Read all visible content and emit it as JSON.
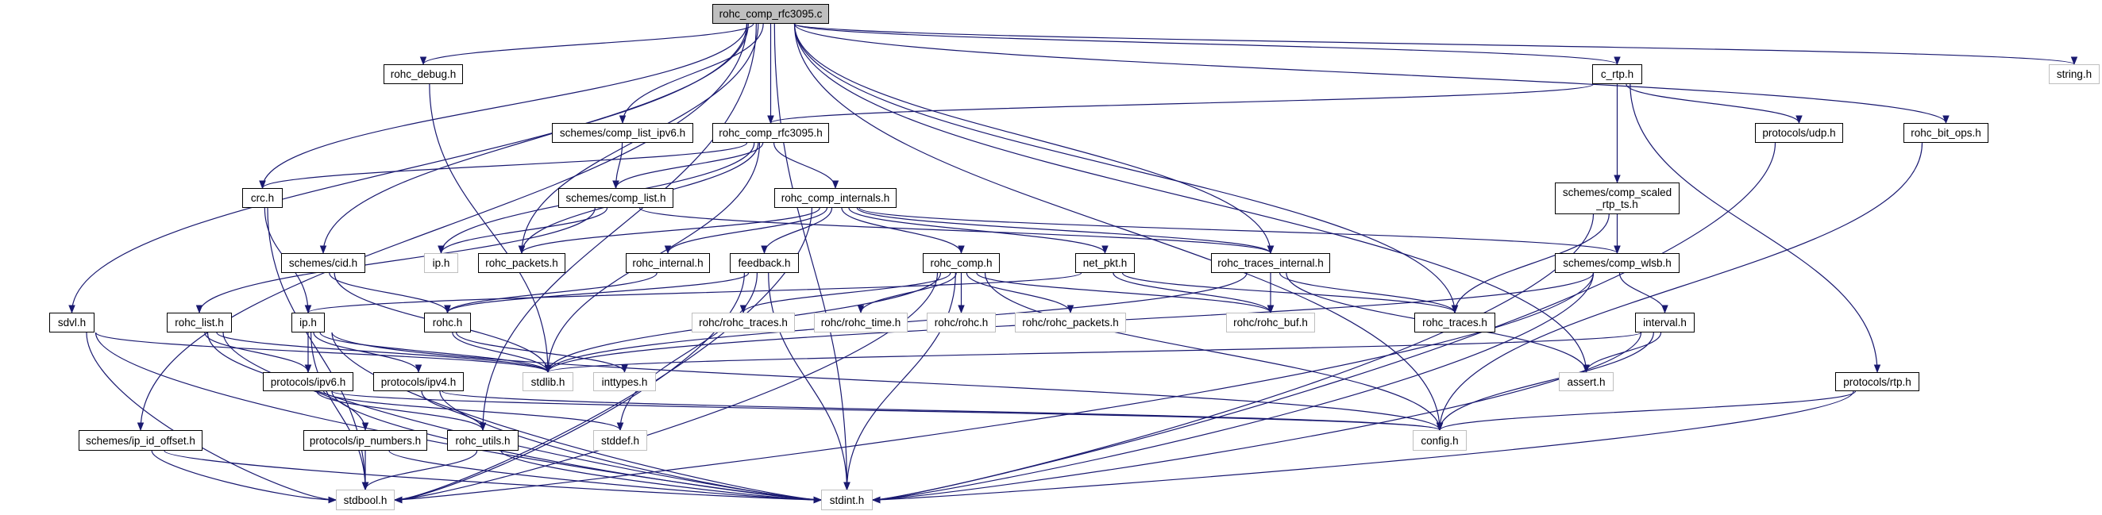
{
  "colors": {
    "edge": "#191970",
    "root_fill": "#bfbfbf",
    "external_border": "#bfbfbf",
    "node_border": "#000000"
  },
  "nodes": [
    {
      "id": "root",
      "label": "rohc_comp_rfc3095.c",
      "kind": "root"
    },
    {
      "id": "rohc_debug",
      "label": "rohc_debug.h",
      "kind": "local"
    },
    {
      "id": "c_rtp",
      "label": "c_rtp.h",
      "kind": "local"
    },
    {
      "id": "string",
      "label": "string.h",
      "kind": "external"
    },
    {
      "id": "comp_list_ipv6",
      "label": "schemes/comp_list_ipv6.h",
      "kind": "local"
    },
    {
      "id": "rfc3095_h",
      "label": "rohc_comp_rfc3095.h",
      "kind": "local"
    },
    {
      "id": "udp",
      "label": "protocols/udp.h",
      "kind": "local"
    },
    {
      "id": "bit_ops",
      "label": "rohc_bit_ops.h",
      "kind": "local"
    },
    {
      "id": "crc",
      "label": "crc.h",
      "kind": "local"
    },
    {
      "id": "comp_list",
      "label": "schemes/comp_list.h",
      "kind": "local"
    },
    {
      "id": "comp_internals",
      "label": "rohc_comp_internals.h",
      "kind": "local"
    },
    {
      "id": "scaled_rtp_ts",
      "label": "schemes/comp_scaled\n_rtp_ts.h",
      "kind": "local"
    },
    {
      "id": "cid",
      "label": "schemes/cid.h",
      "kind": "local"
    },
    {
      "id": "ip_gray",
      "label": "ip.h",
      "kind": "external"
    },
    {
      "id": "rohc_packets",
      "label": "rohc_packets.h",
      "kind": "local"
    },
    {
      "id": "rohc_internal",
      "label": "rohc_internal.h",
      "kind": "local"
    },
    {
      "id": "feedback",
      "label": "feedback.h",
      "kind": "local"
    },
    {
      "id": "rohc_comp",
      "label": "rohc_comp.h",
      "kind": "local"
    },
    {
      "id": "net_pkt",
      "label": "net_pkt.h",
      "kind": "local"
    },
    {
      "id": "traces_internal",
      "label": "rohc_traces_internal.h",
      "kind": "local"
    },
    {
      "id": "comp_wlsb",
      "label": "schemes/comp_wlsb.h",
      "kind": "local"
    },
    {
      "id": "sdvl",
      "label": "sdvl.h",
      "kind": "local"
    },
    {
      "id": "rohc_list",
      "label": "rohc_list.h",
      "kind": "local"
    },
    {
      "id": "ip",
      "label": "ip.h",
      "kind": "local"
    },
    {
      "id": "rohc_h",
      "label": "rohc.h",
      "kind": "local"
    },
    {
      "id": "r_traces",
      "label": "rohc/rohc_traces.h",
      "kind": "external"
    },
    {
      "id": "r_time",
      "label": "rohc/rohc_time.h",
      "kind": "external"
    },
    {
      "id": "r_rohc",
      "label": "rohc/rohc.h",
      "kind": "external"
    },
    {
      "id": "r_packets",
      "label": "rohc/rohc_packets.h",
      "kind": "external"
    },
    {
      "id": "r_buf",
      "label": "rohc/rohc_buf.h",
      "kind": "external"
    },
    {
      "id": "rohc_traces",
      "label": "rohc_traces.h",
      "kind": "local"
    },
    {
      "id": "interval",
      "label": "interval.h",
      "kind": "local"
    },
    {
      "id": "ipv6",
      "label": "protocols/ipv6.h",
      "kind": "local"
    },
    {
      "id": "ipv4",
      "label": "protocols/ipv4.h",
      "kind": "local"
    },
    {
      "id": "stdlib",
      "label": "stdlib.h",
      "kind": "external"
    },
    {
      "id": "inttypes",
      "label": "inttypes.h",
      "kind": "external"
    },
    {
      "id": "assert",
      "label": "assert.h",
      "kind": "external"
    },
    {
      "id": "rtp",
      "label": "protocols/rtp.h",
      "kind": "local"
    },
    {
      "id": "ip_id_offset",
      "label": "schemes/ip_id_offset.h",
      "kind": "local"
    },
    {
      "id": "ip_numbers",
      "label": "protocols/ip_numbers.h",
      "kind": "local"
    },
    {
      "id": "rohc_utils",
      "label": "rohc_utils.h",
      "kind": "local"
    },
    {
      "id": "stddef",
      "label": "stddef.h",
      "kind": "external"
    },
    {
      "id": "config",
      "label": "config.h",
      "kind": "external"
    },
    {
      "id": "stdbool",
      "label": "stdbool.h",
      "kind": "external"
    },
    {
      "id": "stdint",
      "label": "stdint.h",
      "kind": "external"
    }
  ],
  "edges": [
    [
      "root",
      "rohc_debug"
    ],
    [
      "root",
      "comp_list_ipv6"
    ],
    [
      "root",
      "rfc3095_h"
    ],
    [
      "root",
      "crc"
    ],
    [
      "root",
      "cid"
    ],
    [
      "root",
      "sdvl"
    ],
    [
      "root",
      "ip_id_offset"
    ],
    [
      "root",
      "rohc_utils"
    ],
    [
      "root",
      "rohc_packets"
    ],
    [
      "root",
      "traces_internal"
    ],
    [
      "root",
      "rohc_traces"
    ],
    [
      "root",
      "c_rtp"
    ],
    [
      "root",
      "string"
    ],
    [
      "root",
      "bit_ops"
    ],
    [
      "root",
      "assert"
    ],
    [
      "root",
      "config"
    ],
    [
      "root",
      "stdint"
    ],
    [
      "rohc_debug",
      "stdlib"
    ],
    [
      "comp_list_ipv6",
      "comp_list"
    ],
    [
      "rfc3095_h",
      "crc"
    ],
    [
      "rfc3095_h",
      "comp_list"
    ],
    [
      "rfc3095_h",
      "ip_gray"
    ],
    [
      "rfc3095_h",
      "rohc_packets"
    ],
    [
      "rfc3095_h",
      "comp_internals"
    ],
    [
      "rfc3095_h",
      "stdlib"
    ],
    [
      "c_rtp",
      "rfc3095_h"
    ],
    [
      "c_rtp",
      "scaled_rtp_ts"
    ],
    [
      "c_rtp",
      "udp"
    ],
    [
      "c_rtp",
      "rtp"
    ],
    [
      "crc",
      "ip"
    ],
    [
      "crc",
      "stdbool"
    ],
    [
      "comp_list",
      "rohc_list"
    ],
    [
      "comp_list",
      "ip_gray"
    ],
    [
      "comp_list",
      "traces_internal"
    ],
    [
      "comp_internals",
      "rohc_packets"
    ],
    [
      "comp_internals",
      "rohc_internal"
    ],
    [
      "comp_internals",
      "feedback"
    ],
    [
      "comp_internals",
      "rohc_comp"
    ],
    [
      "comp_internals",
      "net_pkt"
    ],
    [
      "comp_internals",
      "traces_internal"
    ],
    [
      "comp_internals",
      "comp_wlsb"
    ],
    [
      "comp_internals",
      "stdbool"
    ],
    [
      "cid",
      "rohc_h"
    ],
    [
      "cid",
      "stdlib"
    ],
    [
      "rohc_internal",
      "rohc_h"
    ],
    [
      "feedback",
      "rohc_h"
    ],
    [
      "feedback",
      "stdbool"
    ],
    [
      "feedback",
      "stdint"
    ],
    [
      "feedback",
      "stddef"
    ],
    [
      "rohc_comp",
      "r_traces"
    ],
    [
      "rohc_comp",
      "r_time"
    ],
    [
      "rohc_comp",
      "r_rohc"
    ],
    [
      "rohc_comp",
      "r_packets"
    ],
    [
      "rohc_comp",
      "r_buf"
    ],
    [
      "rohc_comp",
      "stdbool"
    ],
    [
      "rohc_comp",
      "stdint"
    ],
    [
      "rohc_comp",
      "stdlib"
    ],
    [
      "rohc_comp",
      "config"
    ],
    [
      "net_pkt",
      "ip"
    ],
    [
      "net_pkt",
      "r_buf"
    ],
    [
      "net_pkt",
      "rohc_traces"
    ],
    [
      "traces_internal",
      "r_buf"
    ],
    [
      "traces_internal",
      "rohc_traces"
    ],
    [
      "traces_internal",
      "assert"
    ],
    [
      "traces_internal",
      "stdlib"
    ],
    [
      "scaled_rtp_ts",
      "comp_wlsb"
    ],
    [
      "scaled_rtp_ts",
      "rohc_traces"
    ],
    [
      "scaled_rtp_ts",
      "stdint"
    ],
    [
      "comp_wlsb",
      "interval"
    ],
    [
      "comp_wlsb",
      "stdlib"
    ],
    [
      "comp_wlsb",
      "stdbool"
    ],
    [
      "comp_wlsb",
      "stdint"
    ],
    [
      "interval",
      "assert"
    ],
    [
      "interval",
      "stdlib"
    ],
    [
      "interval",
      "config"
    ],
    [
      "interval",
      "stdint"
    ],
    [
      "sdvl",
      "stdlib"
    ],
    [
      "sdvl",
      "stdbool"
    ],
    [
      "sdvl",
      "stdint"
    ],
    [
      "rohc_list",
      "ipv6"
    ],
    [
      "rohc_list",
      "ip_numbers"
    ],
    [
      "rohc_list",
      "stdlib"
    ],
    [
      "rohc_list",
      "stdint"
    ],
    [
      "ip",
      "ipv6"
    ],
    [
      "ip",
      "ipv4"
    ],
    [
      "ip",
      "stdlib"
    ],
    [
      "ip",
      "stdbool"
    ],
    [
      "ip",
      "stdint"
    ],
    [
      "ip",
      "config"
    ],
    [
      "rohc_h",
      "stdlib"
    ],
    [
      "rohc_h",
      "inttypes"
    ],
    [
      "ipv6",
      "rohc_utils"
    ],
    [
      "ipv6",
      "stddef"
    ],
    [
      "ipv6",
      "stdint"
    ],
    [
      "ipv6",
      "config"
    ],
    [
      "ipv4",
      "rohc_utils"
    ],
    [
      "ipv4",
      "stdint"
    ],
    [
      "ipv4",
      "config"
    ],
    [
      "ip_id_offset",
      "stdbool"
    ],
    [
      "ip_id_offset",
      "stdint"
    ],
    [
      "ip_numbers",
      "stdbool"
    ],
    [
      "ip_numbers",
      "stdint"
    ],
    [
      "rohc_utils",
      "stdbool"
    ],
    [
      "rohc_utils",
      "stdint"
    ],
    [
      "rtp",
      "config"
    ],
    [
      "rtp",
      "stdint"
    ],
    [
      "udp",
      "stdint"
    ],
    [
      "bit_ops",
      "config"
    ]
  ]
}
